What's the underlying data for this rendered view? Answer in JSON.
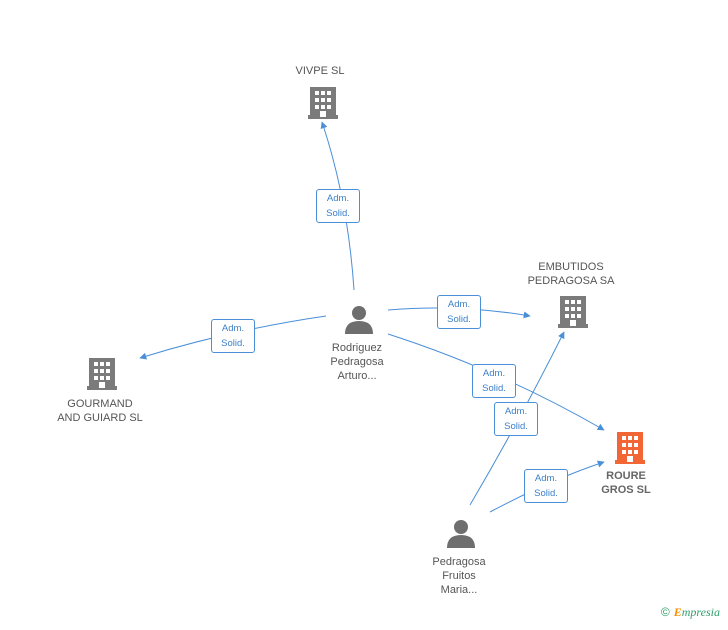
{
  "colors": {
    "edge": "#4a8fd8",
    "company": "#7b7b7b",
    "company_main": "#f26535",
    "person": "#6e6e6e"
  },
  "companies": [
    {
      "id": "vivpe",
      "label": "VIVPE SL",
      "icon": "building-icon",
      "main": false
    },
    {
      "id": "embutidos",
      "label": "EMBUTIDOS\nPEDRAGOSA SA",
      "icon": "building-icon",
      "main": false
    },
    {
      "id": "gourmand",
      "label": "GOURMAND\nAND GUIARD SL",
      "icon": "building-icon",
      "main": false
    },
    {
      "id": "roure",
      "label": "ROURE\nGROS SL",
      "icon": "building-icon",
      "main": true
    }
  ],
  "persons": [
    {
      "id": "rodriguez",
      "label": "Rodriguez\nPedragosa\nArturo...",
      "icon": "person-icon"
    },
    {
      "id": "pedragosa",
      "label": "Pedragosa\nFruitos\nMaria...",
      "icon": "person-icon"
    }
  ],
  "relations": [
    {
      "from": "rodriguez",
      "to": "vivpe",
      "label": "Adm.\nSolid."
    },
    {
      "from": "rodriguez",
      "to": "embutidos",
      "label": "Adm.\nSolid."
    },
    {
      "from": "rodriguez",
      "to": "gourmand",
      "label": "Adm.\nSolid."
    },
    {
      "from": "rodriguez",
      "to": "roure",
      "label": "Adm.\nSolid."
    },
    {
      "from": "pedragosa",
      "to": "embutidos",
      "label": "Adm.\nSolid."
    },
    {
      "from": "pedragosa",
      "to": "roure",
      "label": "Adm.\nSolid."
    }
  ],
  "brand": {
    "copyright": "©",
    "initial": "E",
    "name": "mpresia"
  }
}
